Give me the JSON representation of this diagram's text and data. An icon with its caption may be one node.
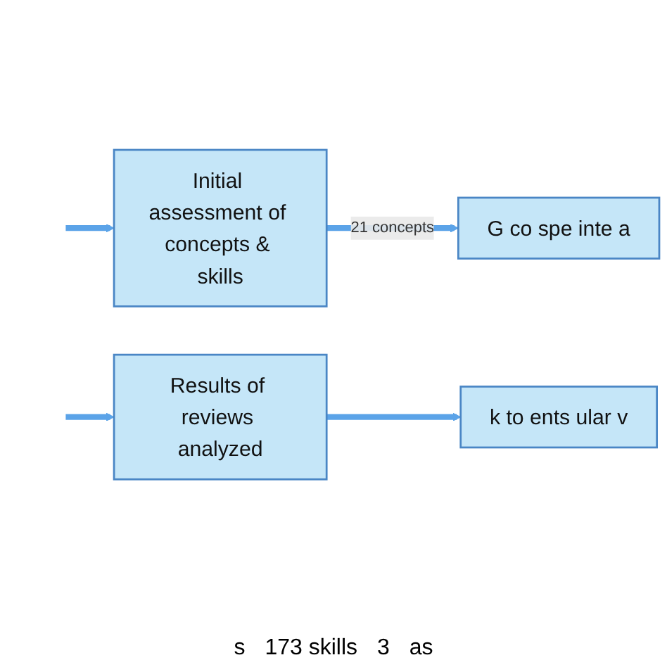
{
  "diagram": {
    "nodes": [
      {
        "text": [
          "Initial assessment of concepts & skills"
        ]
      },
      {
        "text": [
          "G co spe inte a"
        ]
      },
      {
        "text": [
          "Results of reviews analyzed"
        ]
      },
      {
        "text": [
          "k to ents ular v"
        ]
      }
    ],
    "edges": [
      {
        "from": null,
        "to": 0,
        "arrow": "to"
      },
      {
        "from": 0,
        "to": 1,
        "arrow": "to",
        "label": "21 concepts"
      },
      {
        "from": null,
        "to": 2,
        "arrow": "to"
      },
      {
        "from": 2,
        "to": 3,
        "arrow": "to"
      }
    ],
    "labels": [
      "s",
      "173 skills",
      "3",
      "as"
    ]
  }
}
